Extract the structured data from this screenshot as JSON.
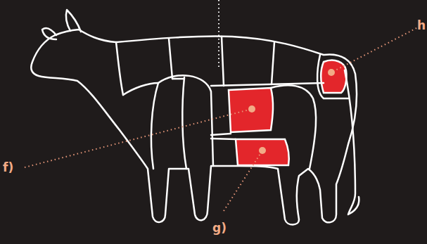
{
  "diagram": {
    "labels": [
      "h",
      "f)",
      "g)"
    ]
  }
}
